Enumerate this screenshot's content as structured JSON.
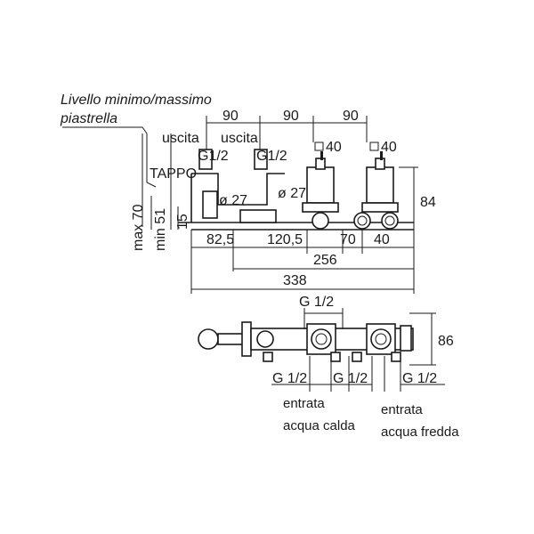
{
  "labels": {
    "livello": "Livello minimo/massimo",
    "piastrella": "piastrella",
    "uscita_1": "uscita",
    "uscita_2": "uscita",
    "g12_top_1": "G1/2",
    "g12_top_2": "G1/2",
    "tappo": "TAPPO",
    "sq40_1": "40",
    "sq40_2": "40",
    "dia27_1": "ø 27",
    "dia27_2": "ø 27",
    "max70": "max 70",
    "min51": "min 51",
    "dim15": "15",
    "dim82_5": "82,5",
    "dim120_5": "120,5",
    "dim70": "70",
    "dim40": "40",
    "dim84": "84",
    "dim256": "256",
    "dim338": "338",
    "dim90_1": "90",
    "dim90_2": "90",
    "dim90_3": "90",
    "g12_plan_top": "G 1/2",
    "dim86": "86",
    "g12_plan_1": "G 1/2",
    "g12_plan_2": "G 1/2",
    "g12_plan_3": "G 1/2",
    "entrata_1": "entrata",
    "acqua_calda": "acqua calda",
    "entrata_2": "entrata",
    "acqua_fredda": "acqua fredda"
  }
}
